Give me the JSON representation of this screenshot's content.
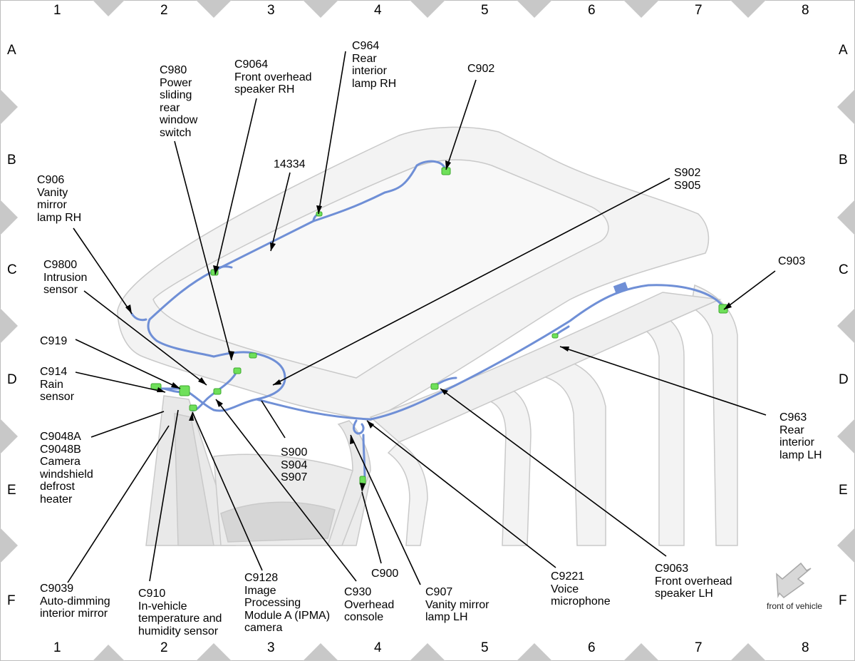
{
  "grid": {
    "columns": [
      "1",
      "2",
      "3",
      "4",
      "5",
      "6",
      "7",
      "8"
    ],
    "rows": [
      "A",
      "B",
      "C",
      "D",
      "E",
      "F"
    ]
  },
  "labels": {
    "c980": "C980\nPower\nsliding\nrear\nwindow\nswitch",
    "c9064": "C9064\nFront overhead\nspeaker RH",
    "c964": "C964\nRear\ninterior\nlamp RH",
    "c902": "C902",
    "c906": "C906\nVanity\nmirror\nlamp RH",
    "n14334": "14334",
    "s902": "S902\nS905",
    "c9800": "C9800\nIntrusion\nsensor",
    "c903": "C903",
    "c919": "C919",
    "c914": "C914\nRain\nsensor",
    "c963": "C963\nRear\ninterior\nlamp LH",
    "c9048": "C9048A\nC9048B\nCamera\nwindshield\ndefrost\nheater",
    "s900": "S900\nS904\nS907",
    "c900": "C900",
    "c9221": "C9221\nVoice\nmicrophone",
    "c9063": "C9063\nFront overhead\nspeaker LH",
    "c9039": "C9039\nAuto-dimming\ninterior mirror",
    "c910": "C910\nIn-vehicle\ntemperature and\nhumidity sensor",
    "c9128": "C9128\nImage\nProcessing\nModule A (IPMA)\ncamera",
    "c930": "C930\nOverhead\nconsole",
    "c907": "C907\nVanity mirror\nlamp LH"
  },
  "front_of_vehicle": "front of vehicle",
  "colors": {
    "harness": "#6f8fd6",
    "connector": "#6fe05a",
    "frame": "#c8c8c8",
    "body_fill": "#f3f3f3",
    "body_line": "#c9c9c9"
  }
}
